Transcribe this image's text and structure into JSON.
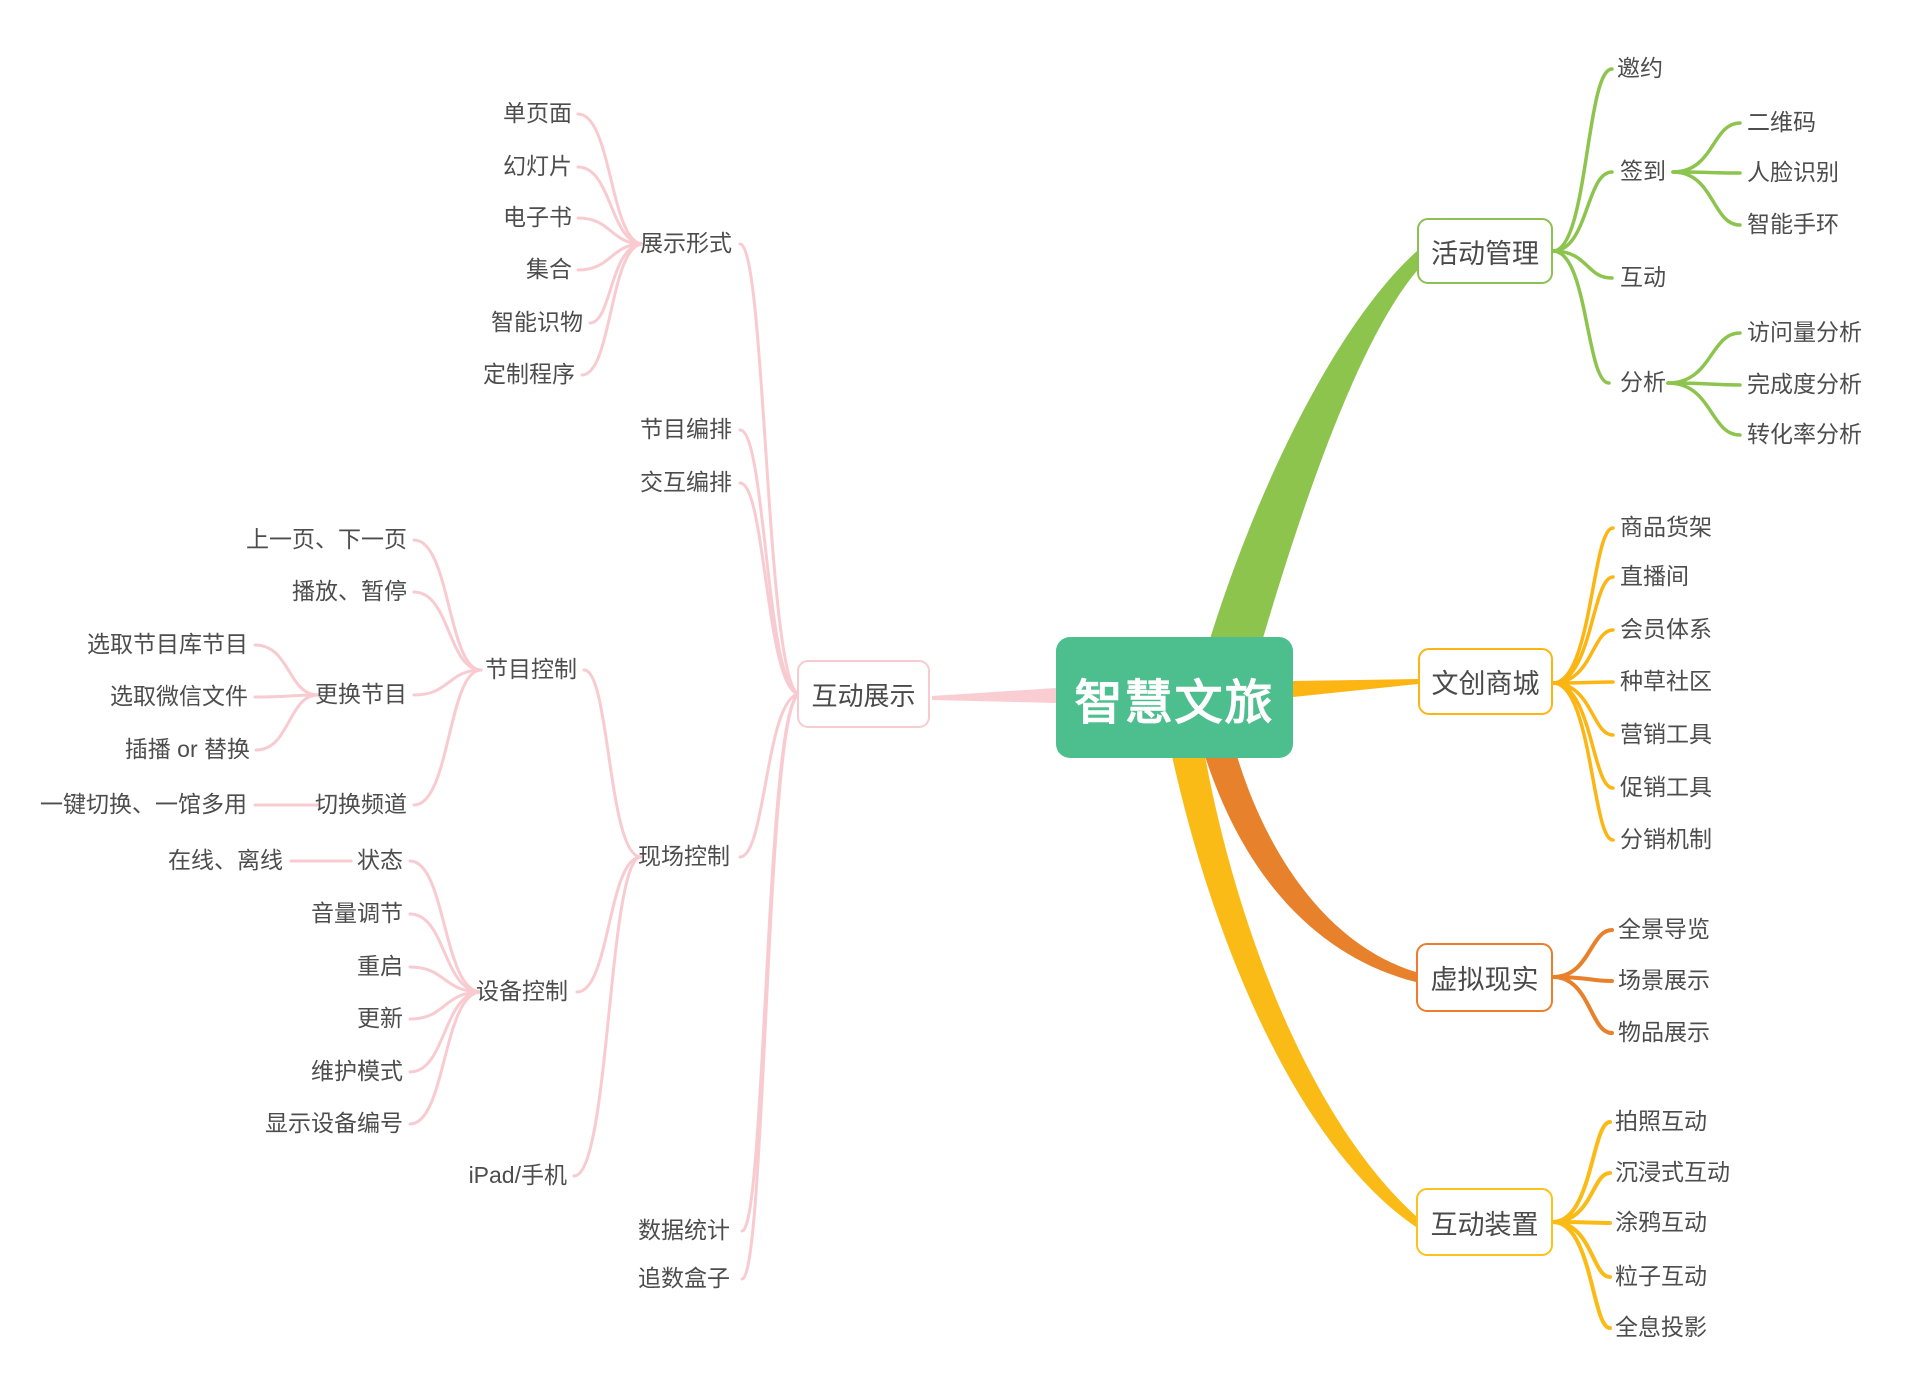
{
  "mindmap": {
    "root": {
      "label": "智慧文旅"
    },
    "left_branch": {
      "label": "互动展示",
      "children": [
        {
          "label": "展示形式",
          "children": [
            {
              "label": "单页面"
            },
            {
              "label": "幻灯片"
            },
            {
              "label": "电子书"
            },
            {
              "label": "集合"
            },
            {
              "label": "智能识物"
            },
            {
              "label": "定制程序"
            }
          ]
        },
        {
          "label": "节目编排"
        },
        {
          "label": "交互编排"
        },
        {
          "label": "现场控制",
          "children": [
            {
              "label": "节目控制",
              "children": [
                {
                  "label": "上一页、下一页"
                },
                {
                  "label": "播放、暂停"
                },
                {
                  "label": "更换节目",
                  "children": [
                    {
                      "label": "选取节目库节目"
                    },
                    {
                      "label": "选取微信文件"
                    },
                    {
                      "label": "插播 or 替换"
                    }
                  ]
                },
                {
                  "label": "切换频道",
                  "children": [
                    {
                      "label": "一键切换、一馆多用"
                    }
                  ]
                }
              ]
            },
            {
              "label": "设备控制",
              "children": [
                {
                  "label": "状态",
                  "children": [
                    {
                      "label": "在线、离线"
                    }
                  ]
                },
                {
                  "label": "音量调节"
                },
                {
                  "label": "重启"
                },
                {
                  "label": "更新"
                },
                {
                  "label": "维护模式"
                },
                {
                  "label": "显示设备编号"
                }
              ]
            },
            {
              "label": "iPad/手机"
            }
          ]
        },
        {
          "label": "数据统计"
        },
        {
          "label": "追数盒子"
        }
      ]
    },
    "right_branches": [
      {
        "label": "活动管理",
        "children": [
          {
            "label": "邀约"
          },
          {
            "label": "签到",
            "children": [
              {
                "label": "二维码"
              },
              {
                "label": "人脸识别"
              },
              {
                "label": "智能手环"
              }
            ]
          },
          {
            "label": "互动"
          },
          {
            "label": "分析",
            "children": [
              {
                "label": "访问量分析"
              },
              {
                "label": "完成度分析"
              },
              {
                "label": "转化率分析"
              }
            ]
          }
        ]
      },
      {
        "label": "文创商城",
        "children": [
          {
            "label": "商品货架"
          },
          {
            "label": "直播间"
          },
          {
            "label": "会员体系"
          },
          {
            "label": "种草社区"
          },
          {
            "label": "营销工具"
          },
          {
            "label": "促销工具"
          },
          {
            "label": "分销机制"
          }
        ]
      },
      {
        "label": "虚拟现实",
        "children": [
          {
            "label": "全景导览"
          },
          {
            "label": "场景展示"
          },
          {
            "label": "物品展示"
          }
        ]
      },
      {
        "label": "互动装置",
        "children": [
          {
            "label": "拍照互动"
          },
          {
            "label": "沉浸式互动"
          },
          {
            "label": "涂鸦互动"
          },
          {
            "label": "粒子互动"
          },
          {
            "label": "全息投影"
          }
        ]
      }
    ],
    "colors": {
      "root_bg": "#4DBE8D",
      "root_text": "#FFFFFF",
      "branch_green": "#8CC44E",
      "branch_amber": "#FCB513",
      "branch_orange": "#E8812B",
      "branch_gold": "#FBBB17",
      "branch_pink": "#F8CBD1",
      "topic_text": "#4A4A4A",
      "leaf_text": "#4D4D4D"
    }
  }
}
